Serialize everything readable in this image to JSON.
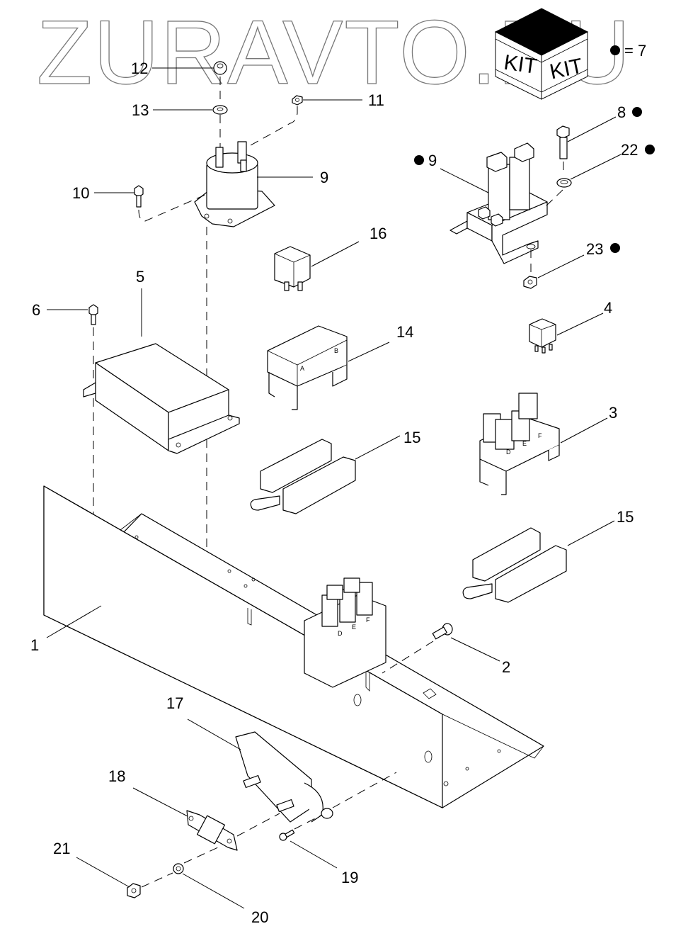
{
  "watermark": {
    "text": "ZURAVTO.RU"
  },
  "kit_legend": {
    "kit_label_left": "KIT",
    "kit_label_right": "KIT",
    "legend_text": "= 7",
    "bullet_icon": "filled-circle"
  },
  "callouts": [
    {
      "id": "1",
      "text": "1",
      "kit": false
    },
    {
      "id": "2",
      "text": "2",
      "kit": false
    },
    {
      "id": "3",
      "text": "3",
      "kit": false
    },
    {
      "id": "4",
      "text": "4",
      "kit": false
    },
    {
      "id": "5",
      "text": "5",
      "kit": false
    },
    {
      "id": "6",
      "text": "6",
      "kit": false
    },
    {
      "id": "8",
      "text": "8",
      "kit": true
    },
    {
      "id": "9a",
      "text": "9",
      "kit": false
    },
    {
      "id": "9b",
      "text": "9",
      "kit": true
    },
    {
      "id": "10",
      "text": "10",
      "kit": false
    },
    {
      "id": "11",
      "text": "11",
      "kit": false
    },
    {
      "id": "12",
      "text": "12",
      "kit": false
    },
    {
      "id": "13",
      "text": "13",
      "kit": false
    },
    {
      "id": "14",
      "text": "14",
      "kit": false
    },
    {
      "id": "15a",
      "text": "15",
      "kit": false
    },
    {
      "id": "15b",
      "text": "15",
      "kit": false
    },
    {
      "id": "16",
      "text": "16",
      "kit": false
    },
    {
      "id": "17",
      "text": "17",
      "kit": false
    },
    {
      "id": "18",
      "text": "18",
      "kit": false
    },
    {
      "id": "19",
      "text": "19",
      "kit": false
    },
    {
      "id": "20",
      "text": "20",
      "kit": false
    },
    {
      "id": "21",
      "text": "21",
      "kit": false
    },
    {
      "id": "22",
      "text": "22",
      "kit": true
    },
    {
      "id": "23",
      "text": "23",
      "kit": true
    }
  ],
  "relay_socket_letters": {
    "socket_14": [
      "A",
      "B"
    ],
    "socket_3": [
      "D",
      "E",
      "F"
    ],
    "mounted_socket": [
      "D",
      "E",
      "F"
    ]
  }
}
